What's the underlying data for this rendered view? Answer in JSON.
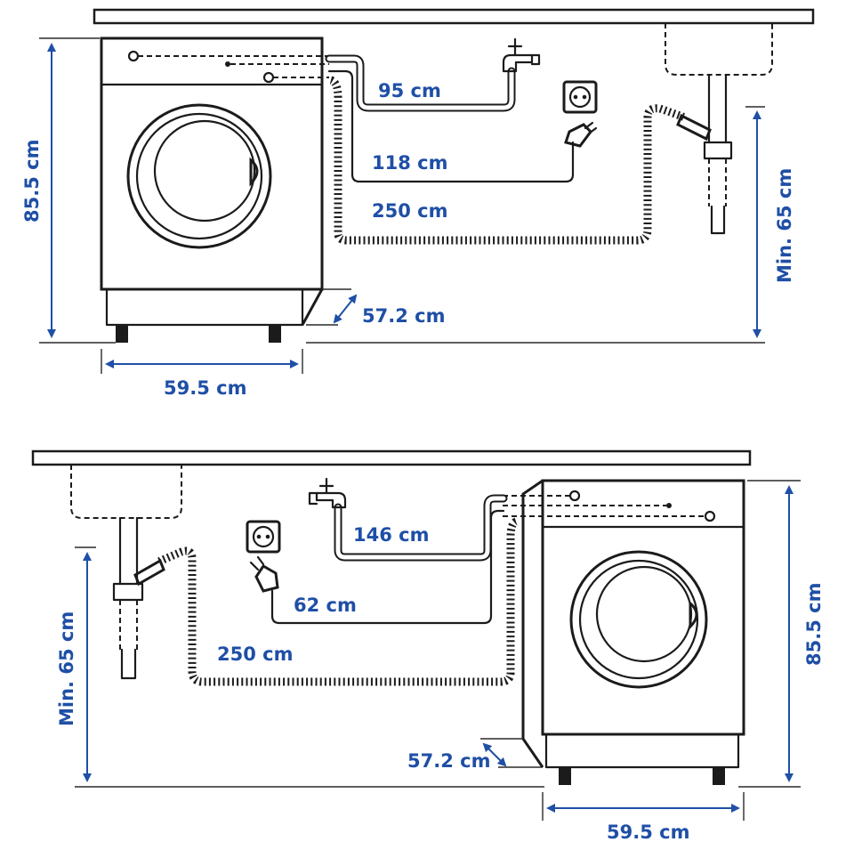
{
  "top": {
    "labels": {
      "tap_hose": "95 cm",
      "power_cord": "118 cm",
      "drain_hose": "250 cm",
      "depth": "57.2 cm",
      "width": "59.5 cm",
      "height": "85.5 cm",
      "min_height": "Min. 65 cm"
    }
  },
  "bottom": {
    "labels": {
      "tap_hose": "146 cm",
      "power_cord": "62 cm",
      "drain_hose": "250 cm",
      "depth": "57.2 cm",
      "width": "59.5 cm",
      "height": "85.5 cm",
      "min_height": "Min. 65 cm"
    }
  },
  "colors": {
    "label": "#1f4fa6",
    "line": "#1b1b1b",
    "background": "#ffffff"
  }
}
